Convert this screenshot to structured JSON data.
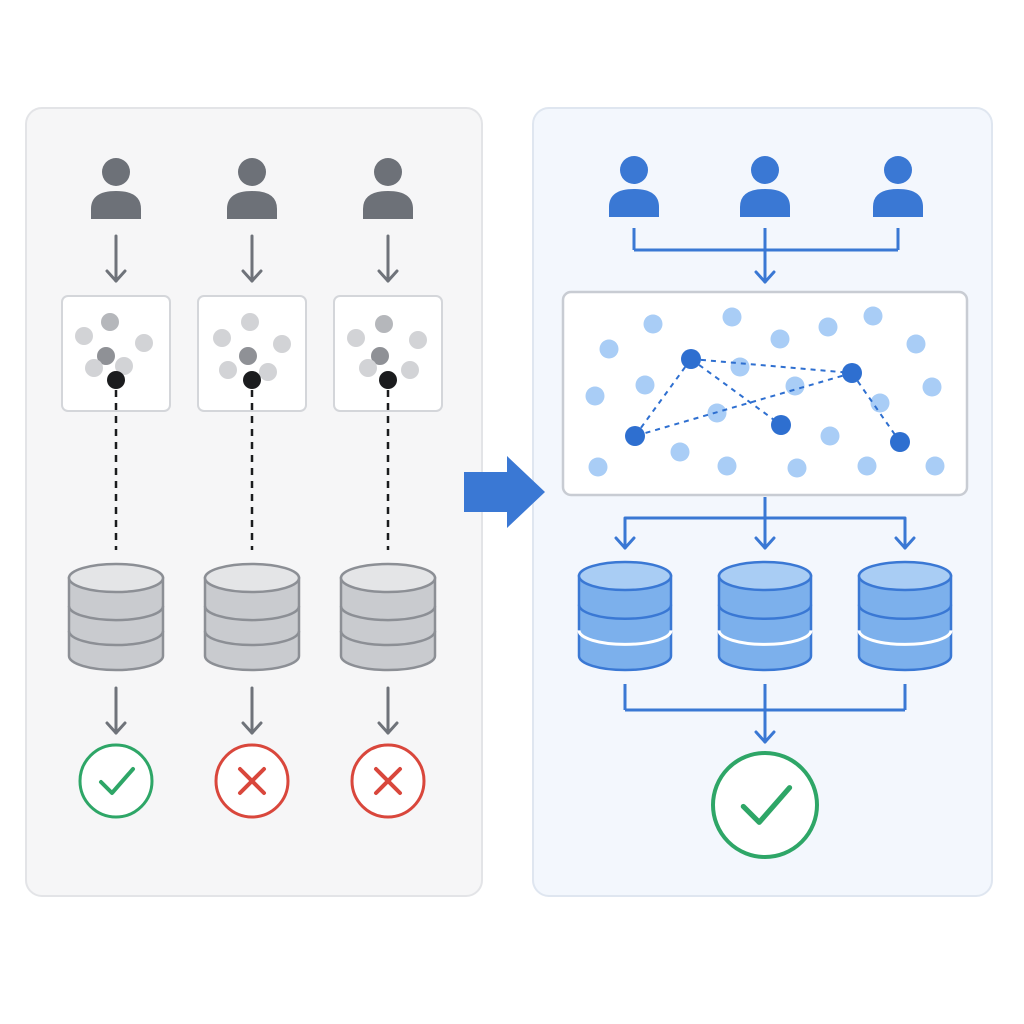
{
  "diagram": {
    "colors": {
      "page_background": "#ffffff",
      "left_panel_fill": "#f6f6f7",
      "left_panel_stroke": "#e3e4e7",
      "right_panel_fill": "#f3f7fd",
      "right_panel_stroke": "#dfe6f0",
      "gray_user": "#6d7178",
      "gray_arrow": "#6f737a",
      "gray_box_stroke": "#d4d6da",
      "gray_dot_light": "#d2d3d6",
      "gray_dot_mid": "#b5b7bb",
      "gray_dot_dark": "#8f9196",
      "black_dot": "#1b1c1e",
      "gray_db_fill": "#c9cbcf",
      "gray_db_stroke": "#8c8f95",
      "accent_blue": "#3a78d4",
      "blue_dot_light": "#a9cdf6",
      "blue_dot_dark": "#2e6fd0",
      "blue_db_fill": "#7cb0ec",
      "blue_db_top": "#a9cdf4",
      "blue_box_stroke": "#c8ccd3",
      "success_green": "#2ea667",
      "error_red": "#d9473c",
      "arrow_blue": "#3a78d4"
    },
    "left_panel": {
      "columns": [
        {
          "user_icon": "user-icon",
          "sampled_points_icon": "scattered-points-icon",
          "database_icon": "database-icon",
          "outcome": "success",
          "outcome_icon": "checkmark-circle-icon"
        },
        {
          "user_icon": "user-icon",
          "sampled_points_icon": "scattered-points-icon",
          "database_icon": "database-icon",
          "outcome": "failure",
          "outcome_icon": "x-circle-icon"
        },
        {
          "user_icon": "user-icon",
          "sampled_points_icon": "scattered-points-icon",
          "database_icon": "database-icon",
          "outcome": "failure",
          "outcome_icon": "x-circle-icon"
        }
      ]
    },
    "transition_icon": "right-arrow-icon",
    "right_panel": {
      "users": [
        "user-icon",
        "user-icon",
        "user-icon"
      ],
      "network_icon": "connected-points-network-icon",
      "databases": [
        "database-icon",
        "database-icon",
        "database-icon"
      ],
      "outcome": "success",
      "outcome_icon": "checkmark-circle-icon"
    }
  }
}
